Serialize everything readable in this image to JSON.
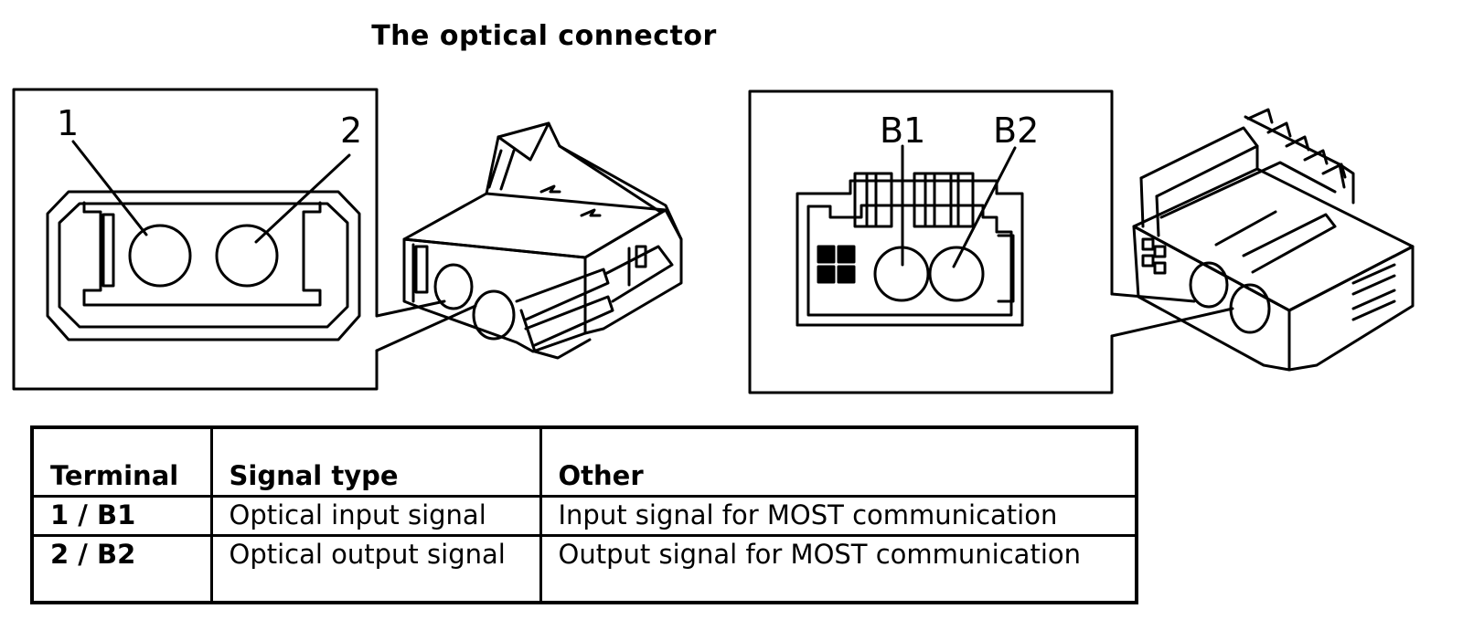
{
  "title": "The optical connector",
  "left_panel": {
    "labels": [
      "1",
      "2"
    ]
  },
  "right_panel": {
    "labels": [
      "B1",
      "B2"
    ]
  },
  "table": {
    "headers": [
      "Terminal",
      "Signal type",
      "Other"
    ],
    "rows": [
      [
        "1 / B1",
        "Optical input signal",
        "Input signal for MOST communication"
      ],
      [
        "2 / B2",
        "Optical output signal",
        "Output signal for MOST communication"
      ]
    ]
  }
}
